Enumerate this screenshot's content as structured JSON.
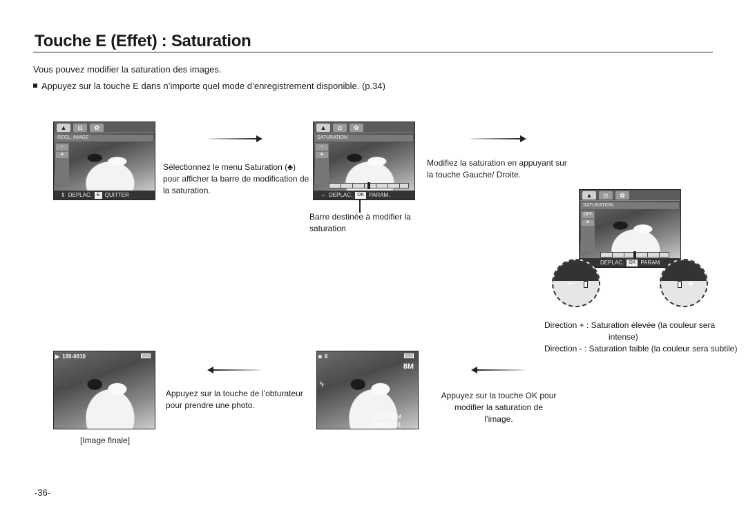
{
  "page": {
    "title": "Touche E (Effet) : Saturation",
    "intro": "Vous pouvez modifier la saturation des images.",
    "bullet": "Appuyez sur la touche E dans n’importe quel mode d’enregistrement disponible. (p.34)",
    "page_number": "-36-"
  },
  "screen1": {
    "menu_label": "REGL. IMAGE",
    "footer_move": "DEPLAC.",
    "footer_key": "E",
    "footer_exit": "QUITTER"
  },
  "screen2": {
    "menu_label": "SATURATION",
    "footer_move": "DEPLAC.",
    "footer_key": "OK",
    "footer_param": "PARAM."
  },
  "screen3": {
    "menu_label": "SATURATION",
    "side_value": "OFF",
    "footer_move": "DEPLAC.",
    "footer_key": "OK",
    "footer_param": "PARAM."
  },
  "zoom": {
    "minus_symbol": "−",
    "plus_symbol": "+"
  },
  "screen4": {
    "file_number": "100-0010"
  },
  "screen5": {
    "shots": "6",
    "size": "8M",
    "time": "01:00 PM",
    "date": "2009/01/01"
  },
  "captions": {
    "select_line1": "Sélectionnez le menu Saturation (",
    "select_line1_end": ")",
    "select_line2": "pour afficher la barre de modification de",
    "select_line3": "la saturation.",
    "modify_line1": "Modifiez la saturation en appuyant sur",
    "modify_line2": "la touche Gauche/ Droite.",
    "bar_line1": "Barre destinée à modifier la",
    "bar_line2": "saturation",
    "dir_plus_line1": "Direction + : Saturation élevée (la couleur sera",
    "dir_plus_line2": "intense)",
    "dir_minus": "Direction - : Saturation faible (la couleur sera subtile)",
    "shutter_line1": "Appuyez sur la touche de l’obturateur",
    "shutter_line2": "pour prendre une photo.",
    "ok_line1": "Appuyez sur la touche OK pour",
    "ok_line2": "modifier la saturation de l’image.",
    "final": "[Image finale]"
  }
}
